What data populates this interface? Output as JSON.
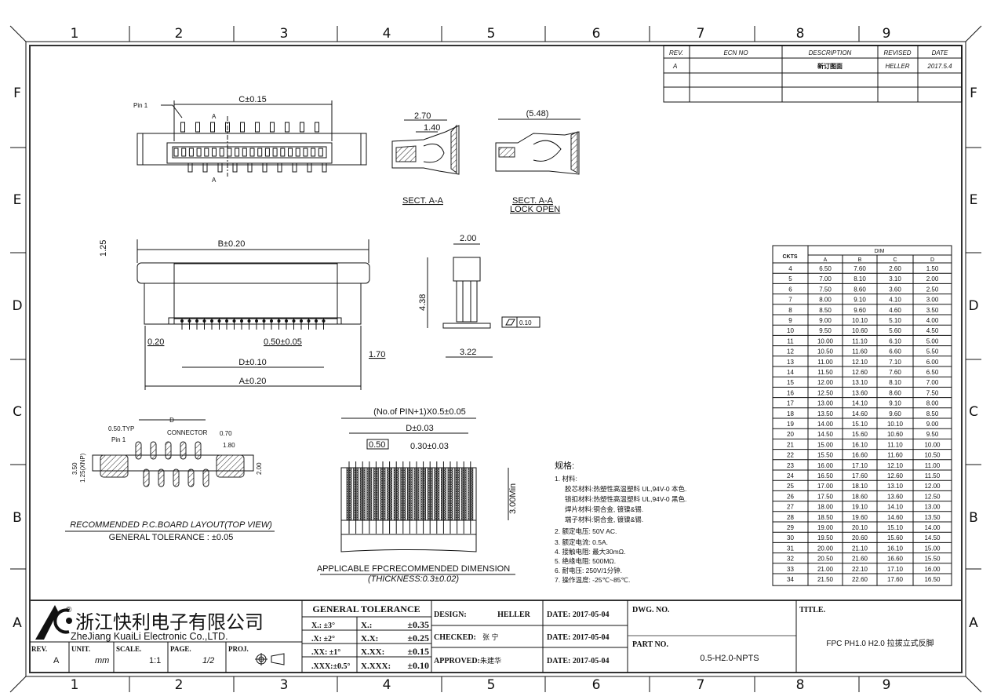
{
  "zones": {
    "columns": [
      "1",
      "2",
      "3",
      "4",
      "5",
      "6",
      "7",
      "8",
      "9"
    ],
    "rows": [
      "F",
      "E",
      "D",
      "C",
      "B",
      "A"
    ]
  },
  "revision_table": {
    "headers": [
      "REV.",
      "ECN NO",
      "DESCRIPTION",
      "REVISED",
      "DATE"
    ],
    "rows": [
      [
        "A",
        "",
        "新订图面",
        "HELLER",
        "2017.5.4"
      ]
    ]
  },
  "top_view": {
    "pin1": "Pin 1",
    "c_dim": "C±0.15",
    "section_mark": "A"
  },
  "section_a": {
    "dim1": "2.70",
    "dim2": "1.40",
    "label": "SECT. A-A"
  },
  "section_lock": {
    "dim1": "(5.48)",
    "label": "SECT. A-A",
    "sublabel": "LOCK OPEN"
  },
  "front_view": {
    "b_dim": "B±0.20",
    "h_dim": "1.25",
    "left_dim": "0.20",
    "pitch_dim": "0.50±0.05",
    "right_dim": "1.70",
    "d_dim": "D±0.10",
    "a_dim": "A±0.20"
  },
  "side_view": {
    "top_dim": "2.00",
    "height_dim": "4.38",
    "bottom_dim": "3.22",
    "flatness": "0.10"
  },
  "pcb_layout": {
    "d": "D",
    "typ": "0.50.TYP",
    "pin1": "Pin 1",
    "connector": "CONNECTOR",
    "d070": "0.70",
    "d180": "1.80",
    "d350": "3.50",
    "d125": "1.25(XNP)",
    "d200": "2.00",
    "title": "RECOMMENDED P.C.BOARD LAYOUT(TOP VIEW)",
    "tolerance": "GENERAL TOLERANCE : ±0.05"
  },
  "fpc": {
    "overall": "(No.of PIN+1)X0.5±0.05",
    "d_dim": "D±0.03",
    "pitch": "0.50",
    "width": "0.30±0.03",
    "length": "3.00Min",
    "title": "APPLICABLE FPCRECOMMENDED DIMENSION",
    "thickness": "(THICKNESS:0.3±0.02)"
  },
  "specs": {
    "title": "规格:",
    "lines": [
      "1. 材料:",
      "胶芯材料:热塑性高温塑料 UL,94V-0 本色.",
      "锁扣材料:热塑性高温塑料 UL,94V-0 黑色.",
      "焊片材料:铜合金, 镀镍&锡.",
      "端子材料:铜合金, 镀镍&锡.",
      "2. 额定电压: 50V AC.",
      "3. 额定电流: 0.5A.",
      "4. 接触电阻: 最大30mΩ.",
      "5. 绝缘电阻: 500MΩ.",
      "6. 耐电压: 250V/1分钟.",
      "7. 操作温度: -25℃~85℃."
    ]
  },
  "dim_table": {
    "ckts_header": "CKTS",
    "dim_header": "DIM",
    "columns": [
      "A",
      "B",
      "C",
      "D"
    ],
    "rows": [
      [
        "4",
        "6.50",
        "7.60",
        "2.60",
        "1.50"
      ],
      [
        "5",
        "7.00",
        "8.10",
        "3.10",
        "2.00"
      ],
      [
        "6",
        "7.50",
        "8.60",
        "3.60",
        "2.50"
      ],
      [
        "7",
        "8.00",
        "9.10",
        "4.10",
        "3.00"
      ],
      [
        "8",
        "8.50",
        "9.60",
        "4.60",
        "3.50"
      ],
      [
        "9",
        "9.00",
        "10.10",
        "5.10",
        "4.00"
      ],
      [
        "10",
        "9.50",
        "10.60",
        "5.60",
        "4.50"
      ],
      [
        "11",
        "10.00",
        "11.10",
        "6.10",
        "5.00"
      ],
      [
        "12",
        "10.50",
        "11.60",
        "6.60",
        "5.50"
      ],
      [
        "13",
        "11.00",
        "12.10",
        "7.10",
        "6.00"
      ],
      [
        "14",
        "11.50",
        "12.60",
        "7.60",
        "6.50"
      ],
      [
        "15",
        "12.00",
        "13.10",
        "8.10",
        "7.00"
      ],
      [
        "16",
        "12.50",
        "13.60",
        "8.60",
        "7.50"
      ],
      [
        "17",
        "13.00",
        "14.10",
        "9.10",
        "8.00"
      ],
      [
        "18",
        "13.50",
        "14.60",
        "9.60",
        "8.50"
      ],
      [
        "19",
        "14.00",
        "15.10",
        "10.10",
        "9.00"
      ],
      [
        "20",
        "14.50",
        "15.60",
        "10.60",
        "9.50"
      ],
      [
        "21",
        "15.00",
        "16.10",
        "11.10",
        "10.00"
      ],
      [
        "22",
        "15.50",
        "16.60",
        "11.60",
        "10.50"
      ],
      [
        "23",
        "16.00",
        "17.10",
        "12.10",
        "11.00"
      ],
      [
        "24",
        "16.50",
        "17.60",
        "12.60",
        "11.50"
      ],
      [
        "25",
        "17.00",
        "18.10",
        "13.10",
        "12.00"
      ],
      [
        "26",
        "17.50",
        "18.60",
        "13.60",
        "12.50"
      ],
      [
        "27",
        "18.00",
        "19.10",
        "14.10",
        "13.00"
      ],
      [
        "28",
        "18.50",
        "19.60",
        "14.60",
        "13.50"
      ],
      [
        "29",
        "19.00",
        "20.10",
        "15.10",
        "14.00"
      ],
      [
        "30",
        "19.50",
        "20.60",
        "15.60",
        "14.50"
      ],
      [
        "31",
        "20.00",
        "21.10",
        "16.10",
        "15.00"
      ],
      [
        "32",
        "20.50",
        "21.60",
        "16.60",
        "15.50"
      ],
      [
        "33",
        "21.00",
        "22.10",
        "17.10",
        "16.00"
      ],
      [
        "34",
        "21.50",
        "22.60",
        "17.60",
        "16.50"
      ]
    ]
  },
  "title_block": {
    "company_cn": "浙江快利电子有限公司",
    "company_en": "ZheJiang KuaiLi Electronic Co.,LTD.",
    "registered": "®",
    "rev_label": "REV.",
    "rev": "A",
    "unit_label": "UNIT.",
    "unit": "mm",
    "scale_label": "SCALE.",
    "scale": "1:1",
    "page_label": "PAGE.",
    "page": "1/2",
    "proj_label": "PROJ.",
    "tolerance_title": "GENERAL TOLERANCE",
    "angular": [
      "X.: ±3°",
      ".X: ±2°",
      ".XX: ±1°",
      ".XXX:±0.5°"
    ],
    "linear": [
      [
        "X.:",
        "±0.35"
      ],
      [
        "X.X:",
        "±0.25"
      ],
      [
        "X.XX:",
        "±0.15"
      ],
      [
        "X.XXX:",
        "±0.10"
      ]
    ],
    "design_label": "DESIGN:",
    "design": "HELLER",
    "checked_label": "CHECKED:",
    "checked": "张  宁",
    "approved_label": "APPROVED:",
    "approved": "朱建华",
    "dates": [
      "DATE: 2017-05-04",
      "DATE: 2017-05-04",
      "DATE: 2017-05-04"
    ],
    "dwg_no_label": "DWG. NO.",
    "part_no_label": "PART NO.",
    "part_no": "0.5-H2.0-NPTS",
    "title_label": "TITLE.",
    "title": "FPC PH1.0 H2.0 拉拔立式反脚"
  }
}
